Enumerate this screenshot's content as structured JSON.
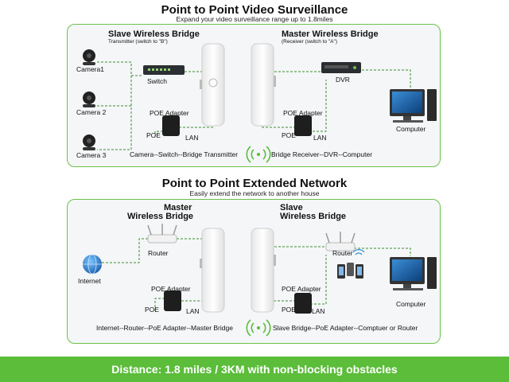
{
  "section1": {
    "title": "Point to Point Video Surveillance",
    "subtitle": "Expand your video surveillance range up to 1.8miles",
    "slave_title": "Slave Wireless Bridge",
    "slave_note": "Transmitter (switch to \"B\")",
    "master_title": "Master Wireless Bridge",
    "master_note": "(Receiver (switch to \"A\")",
    "cameras": [
      "Camera1",
      "Camera 2",
      "Camera 3"
    ],
    "switch_label": "Switch",
    "dvr_label": "DVR",
    "poe_adapter_left": "POE Adapter",
    "poe_adapter_right": "POE Adapter",
    "poe_left": "POE",
    "lan_left": "LAN",
    "poe_right": "POE",
    "lan_right": "LAN",
    "computer_label": "Computer",
    "flow_left": "Camera--Switch--Bridge Transmitter",
    "flow_right": "Bridge Receiver--DVR--Computer"
  },
  "section2": {
    "title": "Point to Point Extended Network",
    "subtitle": "Easily extend the network to another house",
    "master_title_1": "Master",
    "master_title_2": "Wireless Bridge",
    "slave_title_1": "Slave",
    "slave_title_2": "Wireless Bridge",
    "internet_label": "Internet",
    "router_left": "Router",
    "router_right": "Router",
    "poe_adapter_left": "POE Adapter",
    "poe_adapter_right": "POE Adapter",
    "poe_left": "POE",
    "lan_left": "LAN",
    "poe_right": "POE",
    "lan_right": "LAN",
    "computer_label": "Computer",
    "flow_left": "Internet--Router--PoE Adapter--Master Bridge",
    "flow_right": "Slave Bridge--PoE Adapter--Comptuer or Router"
  },
  "footer": {
    "text": "Distance: 1.8 miles / 3KM with non-blocking obstacles"
  },
  "colors": {
    "accent_green": "#5bbd3a",
    "panel_border": "#6cc24a",
    "dashed_line": "#3c8f2a",
    "bridge_white": "#fafafa"
  }
}
